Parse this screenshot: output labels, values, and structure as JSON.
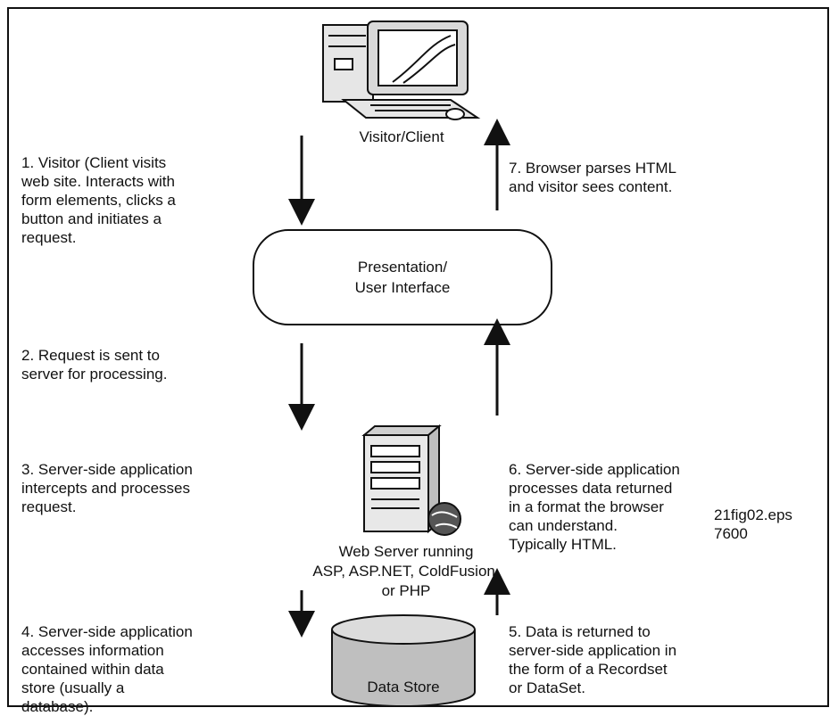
{
  "nodes": {
    "client": "Visitor/Client",
    "presentation": "Presentation/\nUser Interface",
    "server": "Web Server running\nASP, ASP.NET, ColdFusion,\nor PHP",
    "datastore": "Data Store"
  },
  "steps": {
    "s1": "1. Visitor (Client visits\nweb site.  Interacts with\nform elements, clicks a\nbutton and initiates a\nrequest.",
    "s2": "2. Request is sent to\nserver for processing.",
    "s3": "3. Server-side application\nintercepts and processes\nrequest.",
    "s4": "4. Server-side application\naccesses information\ncontained within data\nstore (usually a\ndatabase).",
    "s5": "5. Data is returned to\nserver-side application in\nthe form of a Recordset\nor DataSet.",
    "s6": "6. Server-side application\nprocesses data returned\nin a format the browser\ncan understand.\nTypically HTML.",
    "s7": "7. Browser parses HTML\nand visitor sees content."
  },
  "figure_note": "21fig02.eps\n7600",
  "icons": {
    "client": "desktop-computer-icon",
    "server": "server-tower-icon",
    "datastore": "database-cylinder-icon"
  }
}
